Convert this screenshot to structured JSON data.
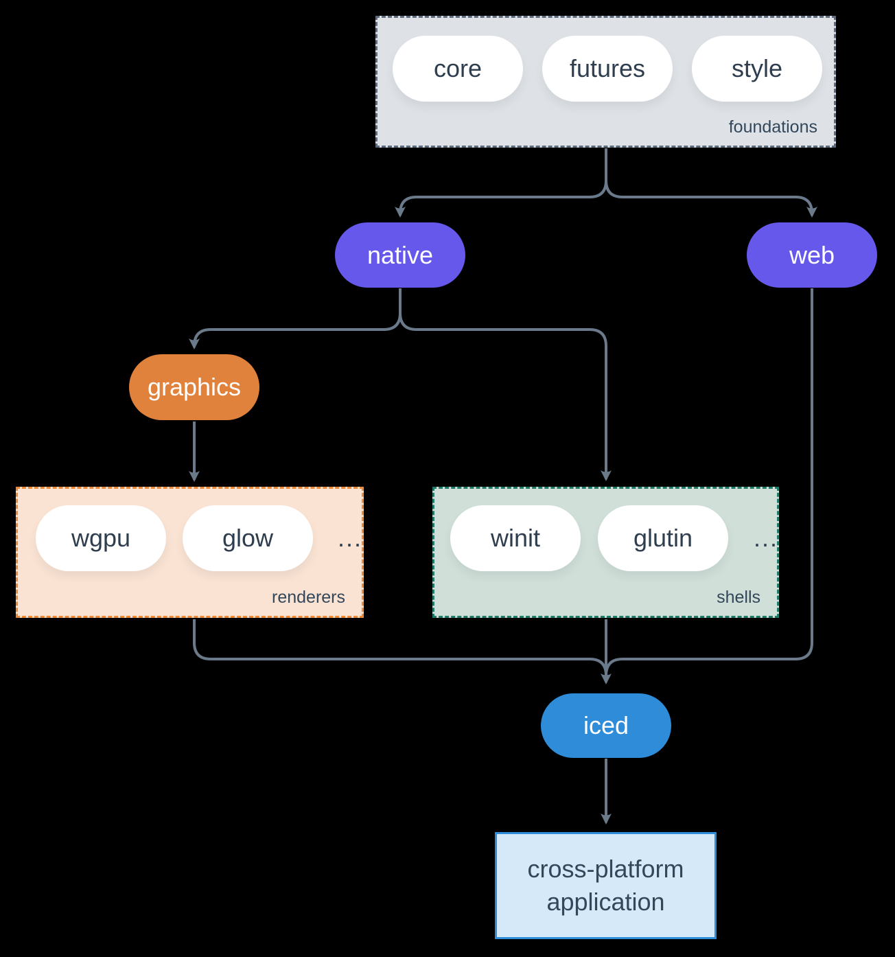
{
  "colors": {
    "background": "#000000",
    "connector": "#6B7A8B",
    "node-text": "#2E3E4E",
    "label-text": "#33475B",
    "pill-white": "#FFFFFF",
    "purple": "#6558EA",
    "orange": "#E0813C",
    "blue": "#2E8CD9",
    "foundations-fill": "#DEE2E6",
    "foundations-border": "#5C6C7E",
    "renderers-fill": "#FAE3D3",
    "renderers-border": "#ED8936",
    "shells-fill": "#D0DFD8",
    "shells-border": "#1F7A68",
    "app-fill": "#D6E9F8",
    "app-border": "#2E8CD9"
  },
  "diagram": {
    "foundations": {
      "label": "foundations",
      "pills": [
        {
          "label": "core"
        },
        {
          "label": "futures"
        },
        {
          "label": "style"
        }
      ]
    },
    "native": {
      "label": "native"
    },
    "web": {
      "label": "web"
    },
    "graphics": {
      "label": "graphics"
    },
    "renderers": {
      "label": "renderers",
      "pills": [
        {
          "label": "wgpu"
        },
        {
          "label": "glow"
        }
      ],
      "ellipsis": "..."
    },
    "shells": {
      "label": "shells",
      "pills": [
        {
          "label": "winit"
        },
        {
          "label": "glutin"
        }
      ],
      "ellipsis": "..."
    },
    "iced": {
      "label": "iced"
    },
    "application": {
      "label": "cross-platform application"
    }
  }
}
